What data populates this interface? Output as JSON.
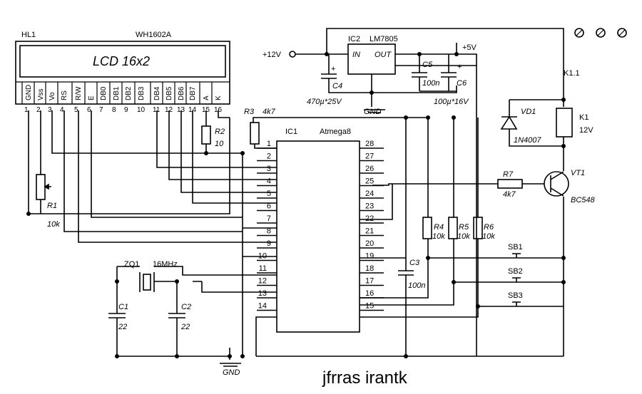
{
  "lcd": {
    "ref": "HL1",
    "model": "WH1602A",
    "display": "LCD 16x2",
    "pin_labels": [
      "GND",
      "Vss",
      "Vo",
      "RS",
      "R/W",
      "E",
      "DB0",
      "DB1",
      "DB2",
      "DB3",
      "DB4",
      "DB5",
      "DB6",
      "DB7",
      "A",
      "K"
    ],
    "pin_numbers": [
      "1",
      "2",
      "3",
      "4",
      "5",
      "6",
      "7",
      "8",
      "9",
      "10",
      "11",
      "12",
      "13",
      "14",
      "15",
      "16"
    ]
  },
  "mcu": {
    "ref": "IC1",
    "model": "Atmega8",
    "left_pins": [
      "1",
      "2",
      "3",
      "4",
      "5",
      "6",
      "7",
      "8",
      "9",
      "10",
      "11",
      "12",
      "13",
      "14"
    ],
    "right_pins": [
      "28",
      "27",
      "26",
      "25",
      "24",
      "23",
      "22",
      "21",
      "20",
      "19",
      "18",
      "17",
      "16",
      "15"
    ]
  },
  "regulator": {
    "ref": "IC2",
    "model": "LM7805",
    "in": "IN",
    "out": "OUT",
    "gnd": "GND"
  },
  "supply": {
    "vin": "+12V",
    "vout": "+5V",
    "ground": "GND"
  },
  "capacitors": {
    "c1": {
      "ref": "C1",
      "value": "22"
    },
    "c2": {
      "ref": "C2",
      "value": "22"
    },
    "c3": {
      "ref": "C3",
      "value": "100n"
    },
    "c4": {
      "ref": "C4",
      "value": "470µ*25V"
    },
    "c5": {
      "ref": "C5",
      "value": "100n"
    },
    "c6": {
      "ref": "C6",
      "value": "100µ*16V"
    }
  },
  "resistors": {
    "r1": {
      "ref": "R1",
      "value": "10k"
    },
    "r2": {
      "ref": "R2",
      "value": "10"
    },
    "r3": {
      "ref": "R3",
      "value": "4k7"
    },
    "r4": {
      "ref": "R4",
      "value": "10k"
    },
    "r5": {
      "ref": "R5",
      "value": "10k"
    },
    "r6": {
      "ref": "R6",
      "value": "10k"
    },
    "r7": {
      "ref": "R7",
      "value": "4k7"
    }
  },
  "crystal": {
    "ref": "ZQ1",
    "value": "16MHz"
  },
  "diode": {
    "ref": "VD1",
    "model": "1N4007"
  },
  "transistor": {
    "ref": "VT1",
    "model": "BC548"
  },
  "relay": {
    "ref": "K1",
    "voltage": "12V",
    "contact": "K1.1"
  },
  "buttons": [
    "SB1",
    "SB2",
    "SB3"
  ],
  "polarity": "+",
  "watermark": "jfrras irantk"
}
